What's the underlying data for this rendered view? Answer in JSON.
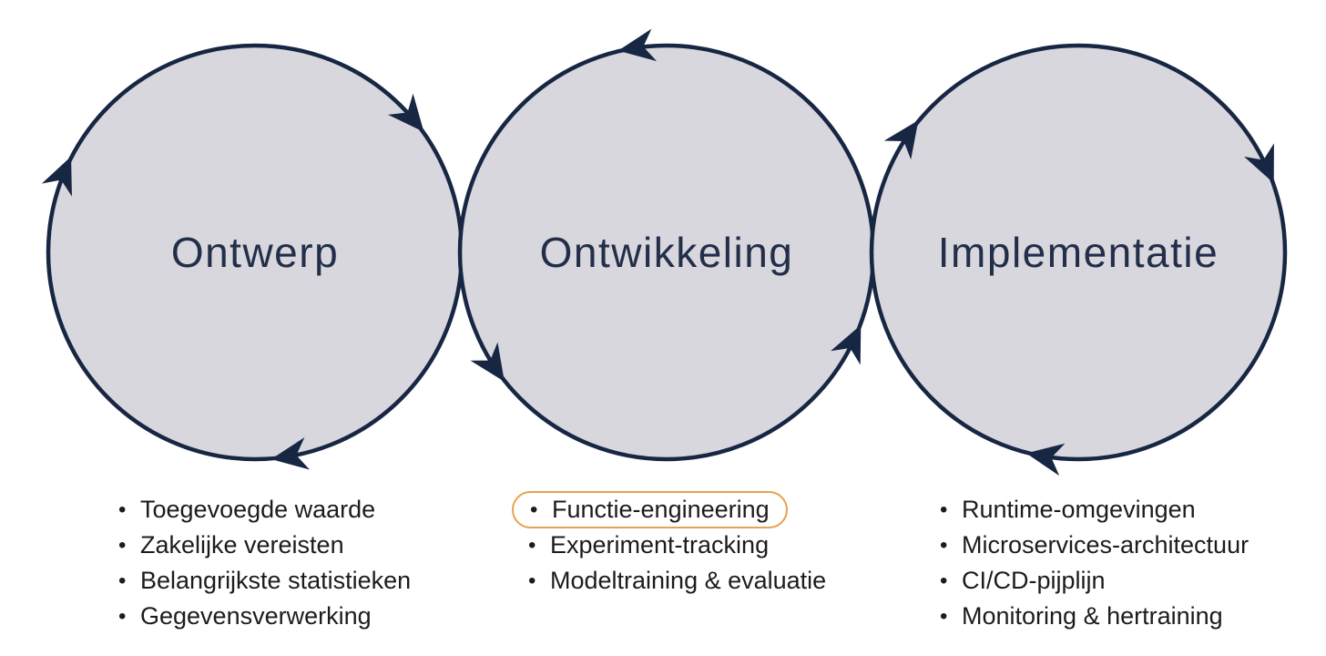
{
  "colors": {
    "background": "#ffffff",
    "circle_fill": "#d8d7de",
    "circle_stroke": "#172642",
    "phase_label": "#232e49",
    "list_text": "#1c1c1c",
    "highlight_border": "#e7a150"
  },
  "ui": {
    "bullet_glyph": "•"
  },
  "phases": [
    {
      "label": "Ontwerp",
      "cycle_direction": "clockwise",
      "items": [
        {
          "text": "Toegevoegde waarde",
          "highlighted": false
        },
        {
          "text": "Zakelijke vereisten",
          "highlighted": false
        },
        {
          "text": "Belangrijkste statistieken",
          "highlighted": false
        },
        {
          "text": "Gegevensverwerking",
          "highlighted": false
        }
      ]
    },
    {
      "label": "Ontwikkeling",
      "cycle_direction": "counterclockwise",
      "items": [
        {
          "text": "Functie-engineering",
          "highlighted": true
        },
        {
          "text": "Experiment-tracking",
          "highlighted": false
        },
        {
          "text": "Modeltraining & evaluatie",
          "highlighted": false
        }
      ]
    },
    {
      "label": "Implementatie",
      "cycle_direction": "clockwise",
      "items": [
        {
          "text": "Runtime-omgevingen",
          "highlighted": false
        },
        {
          "text": "Microservices-architectuur",
          "highlighted": false
        },
        {
          "text": "CI/CD-pijplijn",
          "highlighted": false
        },
        {
          "text": "Monitoring & hertraining",
          "highlighted": false
        }
      ]
    }
  ]
}
